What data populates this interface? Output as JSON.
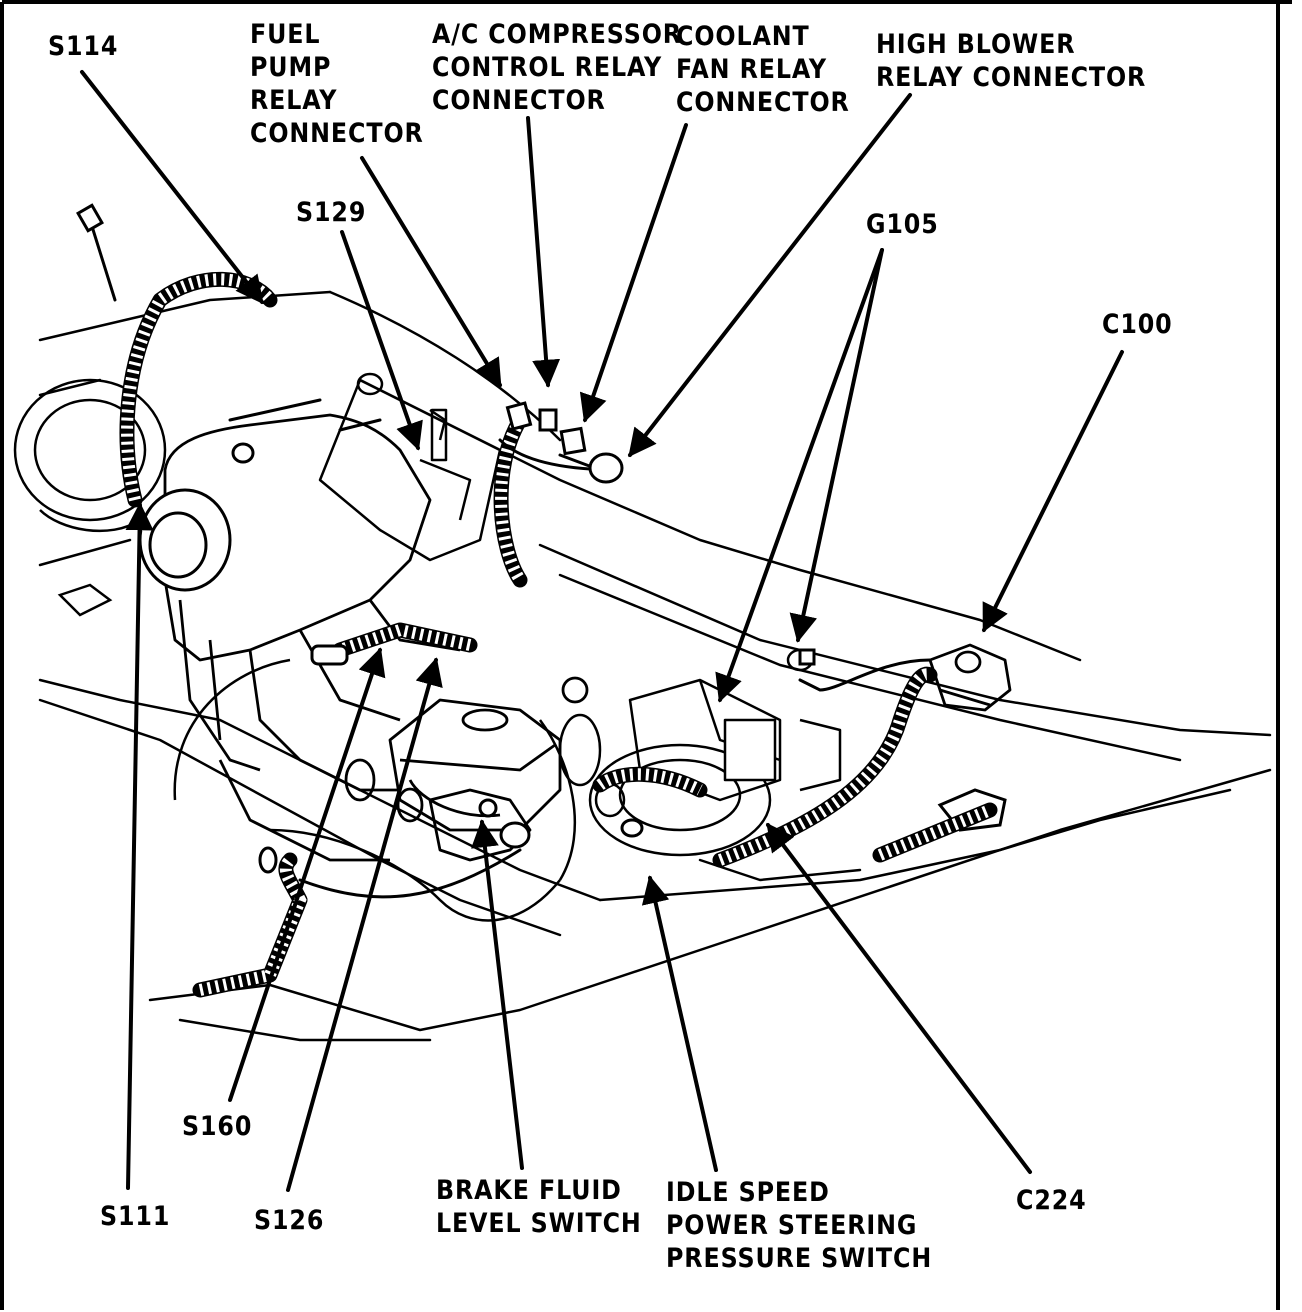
{
  "labels": {
    "s114": "S114",
    "fuel_pump_relay": [
      "FUEL",
      "PUMP",
      "RELAY",
      "CONNECTOR"
    ],
    "ac_compressor_relay": [
      "A/C COMPRESSOR",
      "CONTROL RELAY",
      "CONNECTOR"
    ],
    "coolant_fan_relay": [
      "COOLANT",
      "FAN RELAY",
      "CONNECTOR"
    ],
    "high_blower_relay": [
      "HIGH BLOWER",
      "RELAY CONNECTOR"
    ],
    "s129": "S129",
    "g105": "G105",
    "c100": "C100",
    "s160": "S160",
    "s111": "S111",
    "s126": "S126",
    "brake_fluid_switch": [
      "BRAKE FLUID",
      "LEVEL SWITCH"
    ],
    "idle_speed_switch": [
      "IDLE SPEED",
      "POWER STEERING",
      "PRESSURE SWITCH"
    ],
    "c224": "C224"
  },
  "colors": {
    "ink": "#000000",
    "paper": "#ffffff"
  }
}
